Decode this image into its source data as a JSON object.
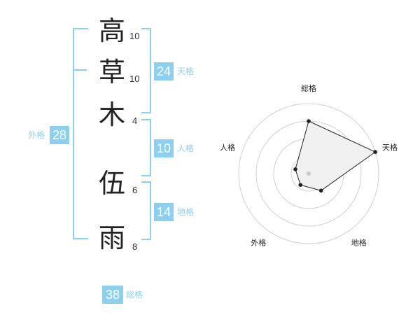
{
  "name": {
    "chars": [
      {
        "char": "高",
        "strokes": "10"
      },
      {
        "char": "草",
        "strokes": "10"
      },
      {
        "char": "木",
        "strokes": "4"
      },
      {
        "char": "伍",
        "strokes": "6"
      },
      {
        "char": "雨",
        "strokes": "8"
      }
    ]
  },
  "kakusu": {
    "tenkaku": {
      "value": "24",
      "label": "天格"
    },
    "jinkaku": {
      "value": "10",
      "label": "人格"
    },
    "chikaku": {
      "value": "14",
      "label": "地格"
    },
    "gaikaku": {
      "value": "28",
      "label": "外格"
    },
    "soukaku": {
      "value": "38",
      "label": "総格"
    }
  },
  "radar": {
    "axes": [
      "総格",
      "天格",
      "地格",
      "外格",
      "人格"
    ],
    "values": [
      0.75,
      1.0,
      0.3,
      0.2,
      0.2
    ],
    "colors": {
      "ring": "#d0d0d0",
      "fill": "#f0f0f0",
      "line": "#222222",
      "center": "#c8c8c8"
    }
  },
  "colors": {
    "accent": "#8dcff0"
  }
}
